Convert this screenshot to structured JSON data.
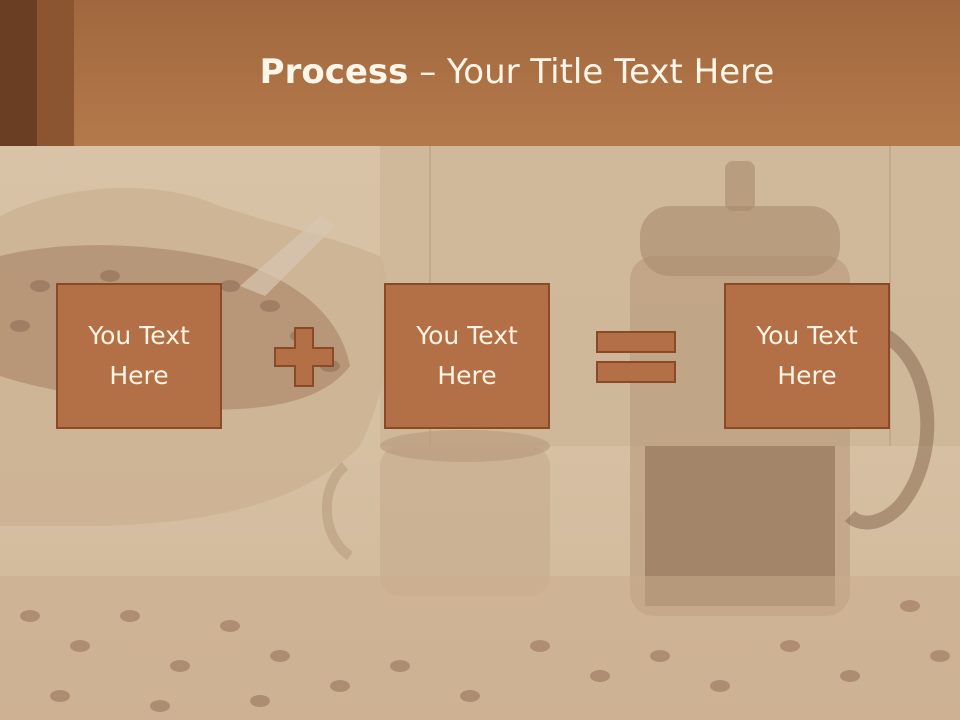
{
  "slide": {
    "title_bold": "Process",
    "title_separator": " – ",
    "title_rest": "Your Title Text Here"
  },
  "process": {
    "boxes": [
      {
        "text": "You Text\nHere"
      },
      {
        "text": "You Text\nHere"
      },
      {
        "text": "You Text\nHere"
      }
    ],
    "operators": [
      "plus-icon",
      "equals-icon"
    ]
  },
  "colors": {
    "header": "#ad7245",
    "box_fill": "#b36f45",
    "box_border": "#8a4a28",
    "text": "#fff3e3"
  }
}
